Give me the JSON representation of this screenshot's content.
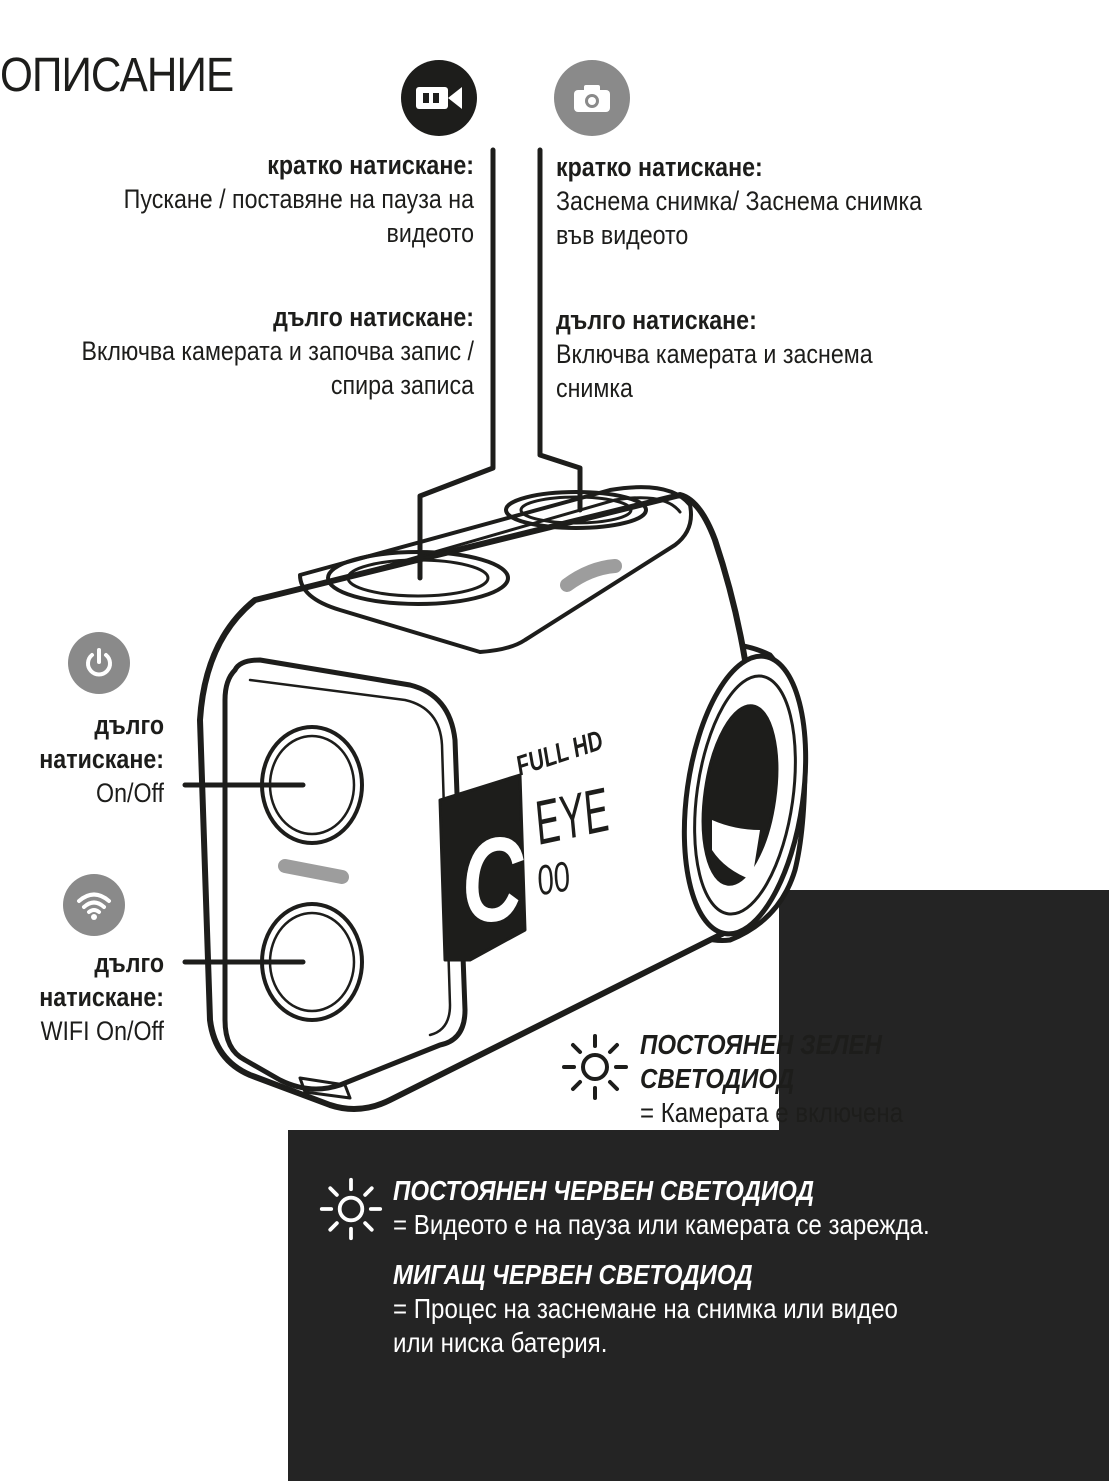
{
  "title": "ОПИСАНИЕ",
  "icons": {
    "record": "video-camera-icon",
    "photo": "photo-camera-icon",
    "power": "power-icon",
    "wifi": "wifi-icon",
    "led": "sun-icon"
  },
  "colors": {
    "dark": "#242424",
    "badge_dark": "#1d1d1b",
    "badge_gray": "#8a8a8a",
    "indicator_gray": "#9d9d9d"
  },
  "record_button": {
    "short_label": "кратко натискане:",
    "short_line1": "Пускане / поставяне на пауза на",
    "short_line2": "видеото",
    "long_label": "дълго натискане:",
    "long_line1": "Включва камерата и започва запис /",
    "long_line2": "спира записа"
  },
  "photo_button": {
    "short_label": "кратко натискане:",
    "short_line1": "Заснема снимка/ Заснема снимка",
    "short_line2": "във видеото",
    "long_label": "дълго натискане:",
    "long_line1": "Включва камерата и заснема",
    "long_line2": "снимка"
  },
  "power_button": {
    "label_line1": "дълго",
    "label_line2": "натискане:",
    "action": "On/Off"
  },
  "wifi_button": {
    "label_line1": "дълго",
    "label_line2": "натискане:",
    "action": "WIFI On/Off"
  },
  "camera_branding": {
    "line1": "FULL HD",
    "line2": "EYE",
    "line3": "00",
    "logo_letter": "C"
  },
  "led_states": [
    {
      "title_line1": "ПОСТОЯНЕН ЗЕЛЕН",
      "title_line2": "СВЕТОДИОД",
      "description": "= Камерата е включена"
    },
    {
      "title_line1": "ПОСТОЯНЕН ЧЕРВЕН СВЕТОДИОД",
      "description": "= Видеото е на пауза или камерата се зарежда."
    },
    {
      "title_line1": "МИГАЩ ЧЕРВЕН СВЕТОДИОД",
      "description_line1": "= Процес на заснемане на снимка или видео",
      "description_line2": "или ниска батерия."
    }
  ]
}
